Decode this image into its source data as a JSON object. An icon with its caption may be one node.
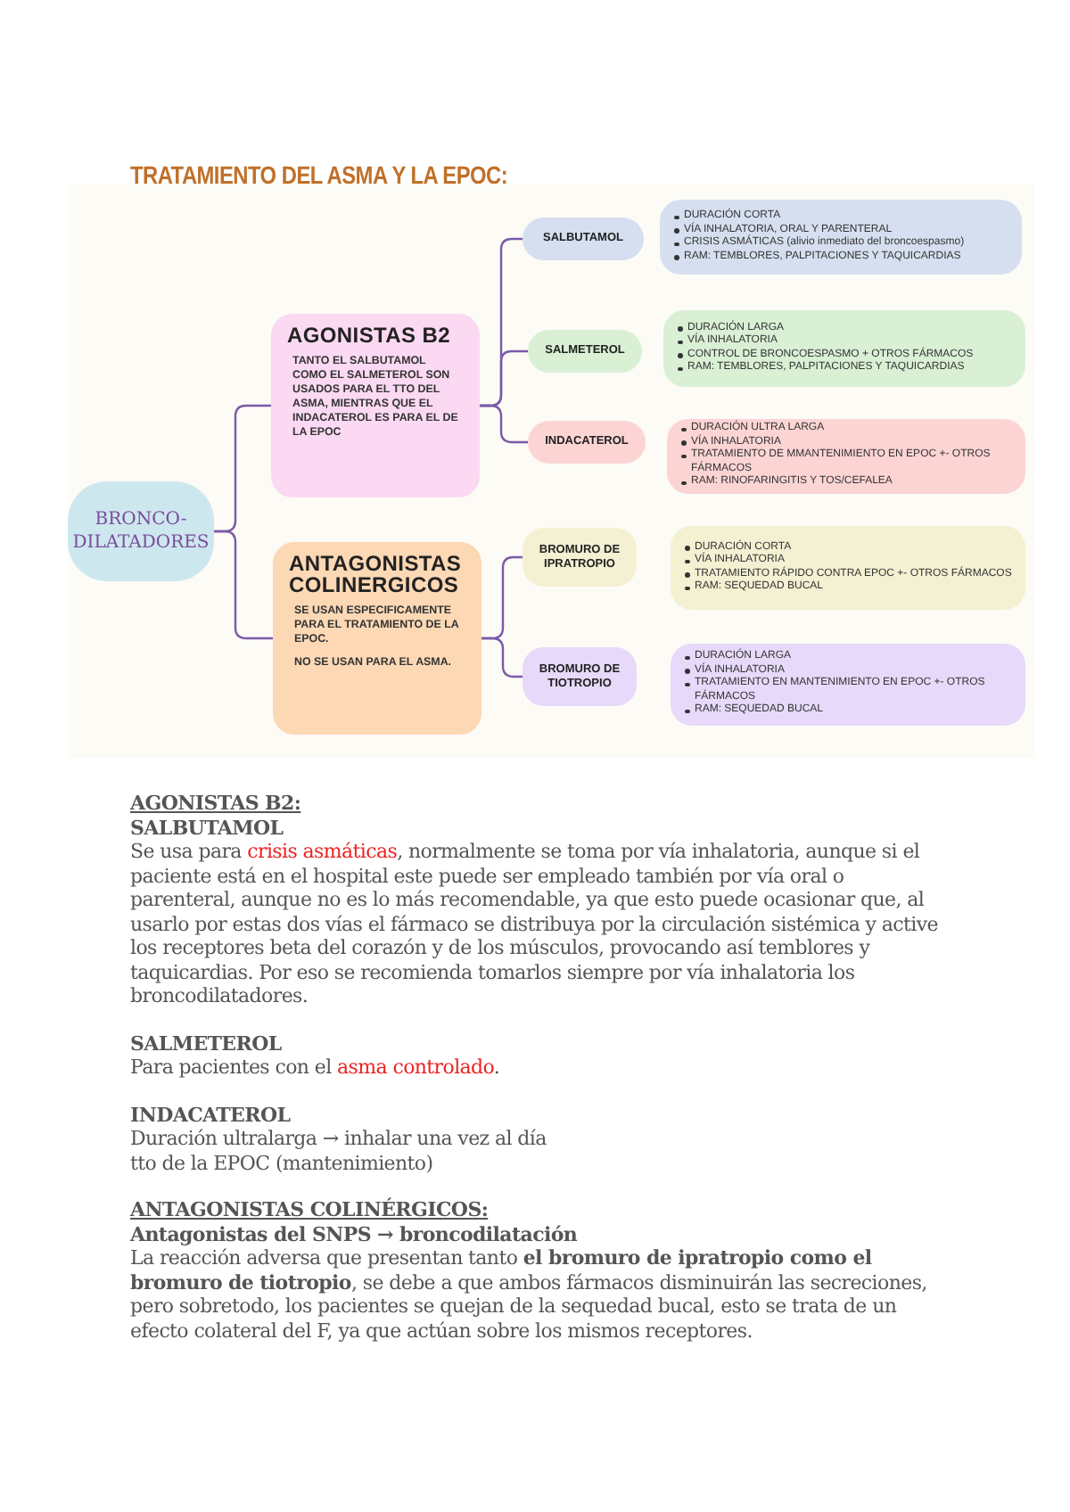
{
  "diagram": {
    "title": "TRATAMIENTO DEL ASMA Y LA EPOC:",
    "nodes": [
      {
        "text": [
          "BRONCO- DILATADORES"
        ]
      },
      {
        "text": [
          "AGONISTAS B2",
          "TANTO EL SALBUTAMOL COMO EL SALMETEROL SON USADOS PARA EL TTO DEL ASMA, MIENTRAS QUE EL INDACATEROL ES PARA EL DE LA EPOC"
        ]
      },
      {
        "text": [
          "ANTAGONISTAS COLINERGICOS",
          "SE USAN ESPECIFICAMENTE PARA EL TRATAMIENTO DE LA EPOC.",
          "NO SE USAN PARA EL ASMA."
        ]
      },
      {
        "text": [
          "SALBUTAMOL"
        ]
      },
      {
        "text": [
          "DURACIÓN CORTA",
          "VÍA INHALATORIA, ORAL Y PARENTERAL",
          "CRISIS ASMÁTICAS (alivio inmediato del broncoespasmo)",
          "RAM: TEMBLORES, PALPITACIONES Y TAQUICARDIAS"
        ]
      },
      {
        "text": [
          "SALMETEROL"
        ]
      },
      {
        "text": [
          "DURACIÓN LARGA",
          "VÍA INHALATORIA",
          "CONTROL DE BRONCOESPASMO + OTROS FÁRMACOS",
          "RAM: TEMBLORES, PALPITACIONES Y TAQUICARDIAS"
        ]
      },
      {
        "text": [
          "INDACATEROL"
        ]
      },
      {
        "text": [
          "DURACIÓN ULTRA LARGA",
          "VÍA INHALATORIA",
          "TRATAMIENTO DE MMANTENIMIENTO EN EPOC +- OTROS FÁRMACOS",
          "RAM: RINOFARINGITIS Y TOS/CEFALEA"
        ]
      },
      {
        "text": [
          "BROMURO DE IPRATROPIO"
        ]
      },
      {
        "text": [
          "DURACIÓN CORTA",
          "VÍA INHALATORIA",
          "TRATAMIENTO RÁPIDO CONTRA EPOC +- OTROS FÁRMACOS",
          "RAM: SEQUEDAD BUCAL"
        ]
      },
      {
        "text": [
          "BROMURO DE TIOTROPIO"
        ]
      },
      {
        "text": [
          "DURACIÓN LARGA",
          "VÍA INHALATORIA",
          "TRATAMIENTO EN MANTENIMIENTO EN EPOC +- OTROS FÁRMACOS",
          "RAM: SEQUEDAD BUCAL"
        ]
      }
    ],
    "edges": [
      {
        "from": 0,
        "to": 1,
        "arrow": "none"
      },
      {
        "from": 0,
        "to": 2,
        "arrow": "none"
      },
      {
        "from": 1,
        "to": 3,
        "arrow": "none"
      },
      {
        "from": 1,
        "to": 5,
        "arrow": "none"
      },
      {
        "from": 1,
        "to": 7,
        "arrow": "none"
      },
      {
        "from": 2,
        "to": 9,
        "arrow": "none"
      },
      {
        "from": 2,
        "to": 11,
        "arrow": "none"
      }
    ],
    "labels": [
      "AGONISTAS B2:",
      "SALBUTAMOL",
      "Se usa para *crisis asmáticas*, normalmente se toma por vía inhalatoria, aunque si el paciente está en el hospital este puede ser empleado también por vía oral o parenteral, aunque no es lo más recomendable, ya que esto puede ocasionar que, al usarlo por estas dos vías el fármaco se distribuya por la circulación sistémica y active los receptores beta del corazón y de los músculos, provocando así temblores y taquicardias. Por eso se recomienda tomarlos siempre por vía inhalatoria los broncodilatadores.",
      "SALMETEROL",
      "Para pacientes con el *asma controlado*.",
      "INDACATEROL",
      "Duración ultralarga → inhalar una vez al día",
      "tto de la EPOC (mantenimiento)",
      "ANTAGONISTAS COLINÉRGICOS:",
      "Antagonistas del SNPS → broncodilatación",
      "La reacción adversa que presentan tanto **el bromuro de ipratropio como el bromuro de tiotropio**, se debe a que ambos fármacos disminuirán las secreciones, pero sobretodo, los pacientes se quejan de la sequedad bucal, esto se trata de un efecto colateral del F, ya que actúan sobre los mismos receptores."
    ]
  }
}
